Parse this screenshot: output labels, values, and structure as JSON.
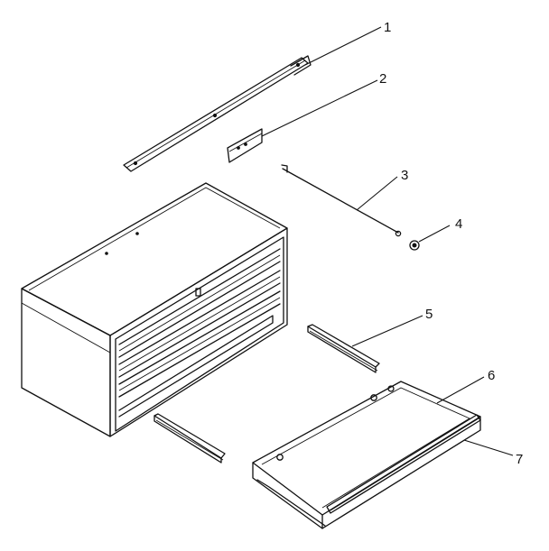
{
  "diagram": {
    "callouts": [
      {
        "label": "1",
        "part": "top-rail"
      },
      {
        "label": "2",
        "part": "mounting-bracket"
      },
      {
        "label": "3",
        "part": "lock-rod"
      },
      {
        "label": "4",
        "part": "retainer-clip"
      },
      {
        "label": "5",
        "part": "drawer-slide"
      },
      {
        "label": "6",
        "part": "drawer"
      },
      {
        "label": "7",
        "part": "drawer-liner-rail"
      }
    ]
  }
}
